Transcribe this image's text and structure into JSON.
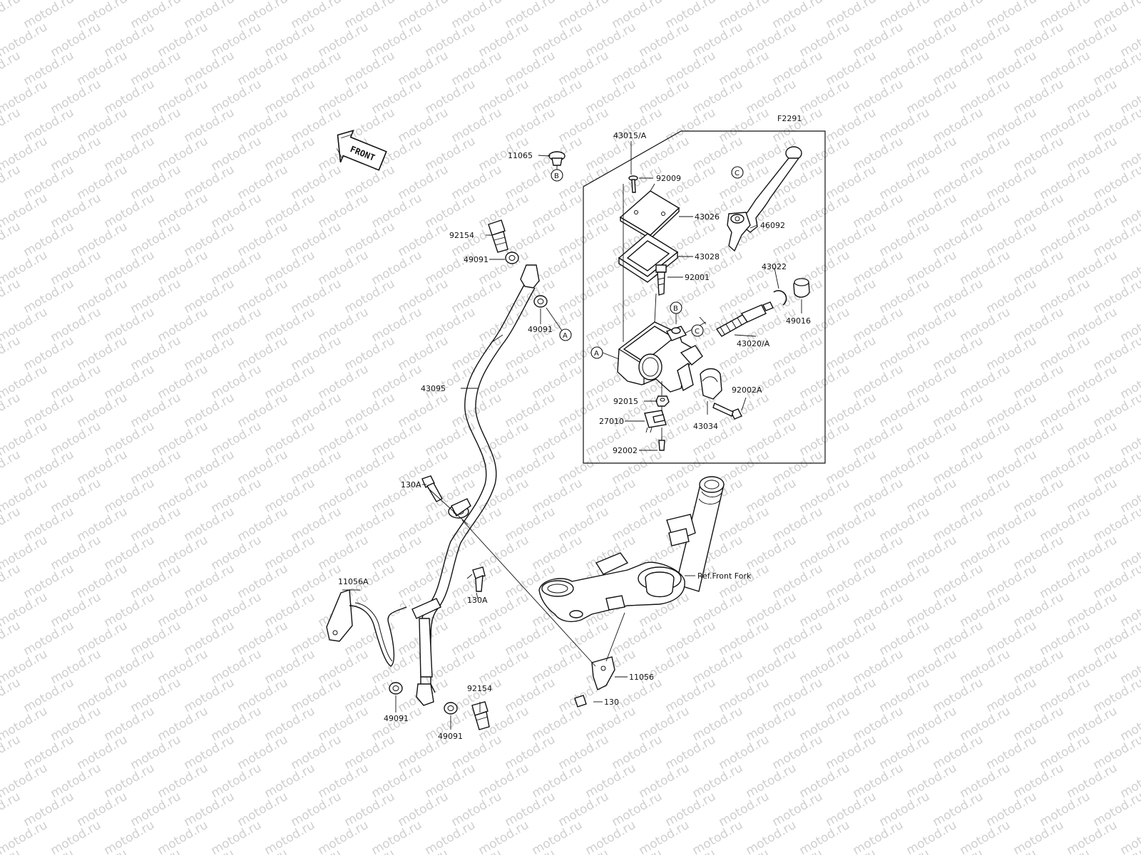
{
  "diagram_code": "F2291",
  "watermark_text": "motod.ru",
  "front_arrow_text": "FRONT",
  "reference_text": "Ref.Front Fork",
  "callout_letters": {
    "a": "A",
    "b": "B",
    "c": "C"
  },
  "labels": {
    "p43015": "43015/A",
    "p11065": "11065",
    "p92009": "92009",
    "p43026": "43026",
    "p46092": "46092",
    "p92154_top": "92154",
    "p43028": "43028",
    "p49091_top": "49091",
    "p92001": "92001",
    "p43022": "43022",
    "p49091_mid": "49091",
    "p49016": "49016",
    "p43020": "43020/A",
    "p43095": "43095",
    "p92002A": "92002A",
    "p92015": "92015",
    "p43034": "43034",
    "p27010": "27010",
    "p92002": "92002",
    "p130A_top": "130A",
    "p11056A": "11056A",
    "p130A_bot": "130A",
    "p11056": "11056",
    "p130": "130",
    "p92154_bot": "92154",
    "p49091_bl": "49091",
    "p49091_br": "49091"
  },
  "colors": {
    "line": "#111111",
    "watermark": "#cfcfcf",
    "background": "#ffffff"
  }
}
